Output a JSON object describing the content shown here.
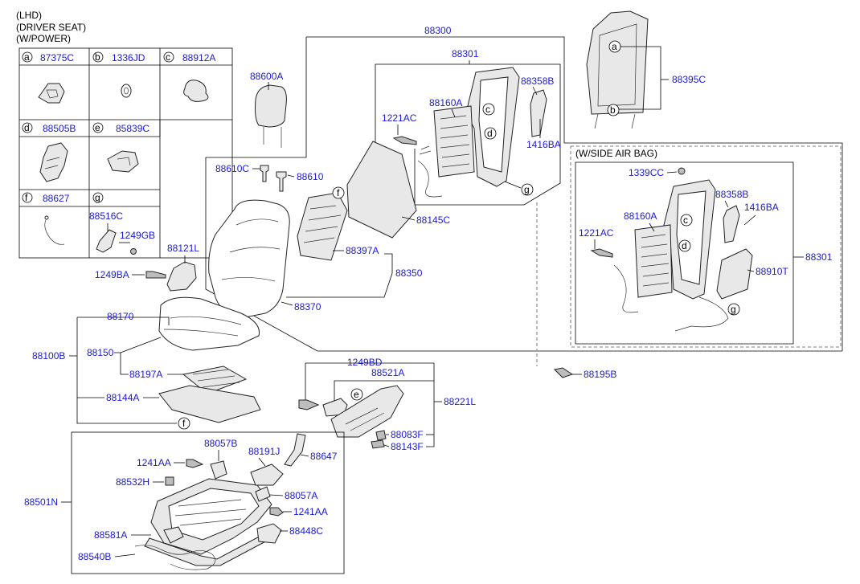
{
  "header": {
    "line1": "(LHD)",
    "line2": "(DRIVER SEAT)",
    "line3": "(W/POWER)"
  },
  "legend": {
    "a": {
      "letter": "a",
      "part": "87375C"
    },
    "b": {
      "letter": "b",
      "part": "1336JD"
    },
    "c": {
      "letter": "c",
      "part": "88912A"
    },
    "d": {
      "letter": "d",
      "part": "88505B"
    },
    "e": {
      "letter": "e",
      "part": "85839C"
    },
    "f": {
      "letter": "f",
      "part": "88627"
    },
    "g": {
      "letter": "g",
      "part_top": "88516C",
      "part_bottom": "1249GB"
    }
  },
  "side_airbag_title": "(W/SIDE AIR BAG)",
  "callouts": {
    "c88300": "88300",
    "c88301_top": "88301",
    "c88301_right": "88301",
    "c88395C": "88395C",
    "c88600A": "88600A",
    "c88358B_top": "88358B",
    "c88358B_sab": "88358B",
    "c88160A_top": "88160A",
    "c88160A_sab": "88160A",
    "c1221AC_top": "1221AC",
    "c1221AC_sab": "1221AC",
    "c1416BA_top": "1416BA",
    "c1416BA_sab": "1416BA",
    "c1339CC": "1339CC",
    "c88910T": "88910T",
    "c88610C": "88610C",
    "c88610": "88610",
    "c88145C": "88145C",
    "c88121L": "88121L",
    "c88397A": "88397A",
    "c88350": "88350",
    "c1249BA": "1249BA",
    "c88370": "88370",
    "c88170": "88170",
    "c88100B": "88100B",
    "c88150": "88150",
    "c88197A": "88197A",
    "c88144A": "88144A",
    "c88195B": "88195B",
    "c1249BD": "1249BD",
    "c88521A": "88521A",
    "c88221L": "88221L",
    "c88083F": "88083F",
    "c88143F": "88143F",
    "c88057B": "88057B",
    "c88191J": "88191J",
    "c88647": "88647",
    "c1241AA_left": "1241AA",
    "c1241AA_right": "1241AA",
    "c88532H": "88532H",
    "c88057A": "88057A",
    "c88501N": "88501N",
    "c88581A": "88581A",
    "c88448C": "88448C",
    "c88540B": "88540B"
  },
  "letters": {
    "a_top": "a",
    "b_top": "b",
    "c_main": "c",
    "d_main": "d",
    "g_main": "g",
    "c_sab": "c",
    "d_sab": "d",
    "g_sab": "g",
    "f_back": "f",
    "e_side": "e",
    "f_cush": "f"
  },
  "colors": {
    "part_number": "#1a1ad6",
    "line": "#000000",
    "dashed_box": "#555555"
  }
}
